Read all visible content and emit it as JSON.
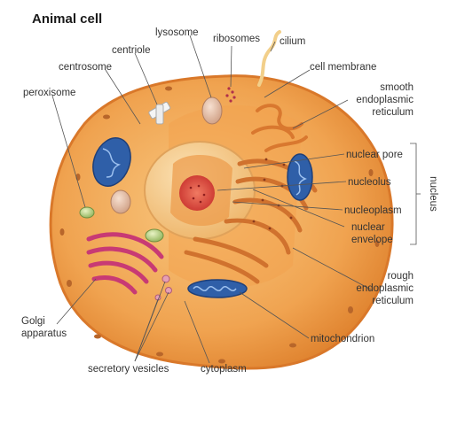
{
  "title": "Animal cell",
  "labels": {
    "lysosome": "lysosome",
    "ribosomes": "ribosomes",
    "centriole": "centriole",
    "cilium": "cilium",
    "centrosome": "centrosome",
    "cell_membrane": "cell membrane",
    "peroxisome": "peroxisome",
    "smooth_er": [
      "smooth",
      "endoplasmic",
      "reticulum"
    ],
    "nuclear_pore": "nuclear pore",
    "nucleolus": "nucleolus",
    "nucleoplasm": "nucleoplasm",
    "nuclear_envelope": [
      "nuclear",
      "envelope"
    ],
    "nucleus": "nucleus",
    "rough_er": [
      "rough",
      "endoplasmic",
      "reticulum"
    ],
    "golgi": [
      "Golgi",
      "apparatus"
    ],
    "mitochondrion": "mitochondrion",
    "secretory_vesicles": "secretory vesicles",
    "cytoplasm": "cytoplasm"
  },
  "colors": {
    "membrane": "#e9913a",
    "cytoplasm": "#f4b35e",
    "nucleus": "#f3c27a",
    "nucleolus": "#d9423a",
    "golgi": "#c83a74",
    "mitochondrion": "#2f5fa8",
    "er": "#d97a3a"
  }
}
